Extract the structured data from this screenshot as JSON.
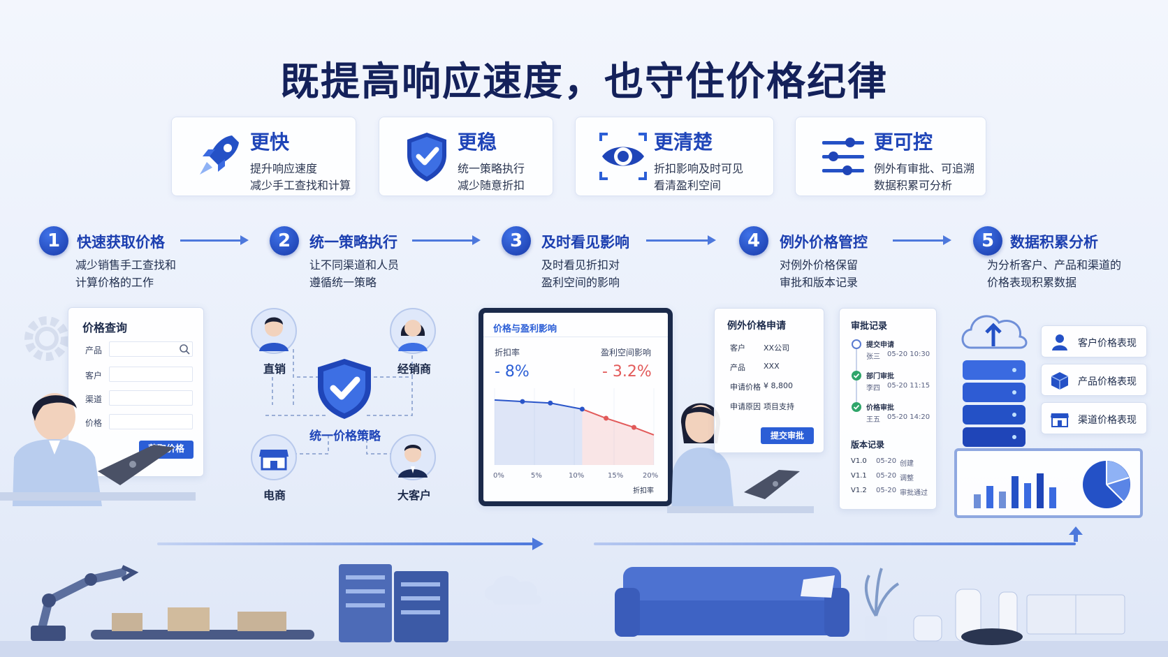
{
  "title": "既提高响应速度，也守住价格纪律",
  "benefits": [
    {
      "title": "更快",
      "line1": "提升响应速度",
      "line2": "减少手工查找和计算",
      "icon": "rocket-icon"
    },
    {
      "title": "更稳",
      "line1": "统一策略执行",
      "line2": "减少随意折扣",
      "icon": "shield-check-icon"
    },
    {
      "title": "更清楚",
      "line1": "折扣影响及时可见",
      "line2": "看清盈利空间",
      "icon": "eye-icon"
    },
    {
      "title": "更可控",
      "line1": "例外有审批、可追溯",
      "line2": "数据积累可分析",
      "icon": "sliders-icon"
    }
  ],
  "steps": [
    {
      "num": "1",
      "title": "快速获取价格",
      "line1": "减少销售手工查找和",
      "line2": "计算价格的工作"
    },
    {
      "num": "2",
      "title": "统一策略执行",
      "line1": "让不同渠道和人员",
      "line2": "遵循统一策略"
    },
    {
      "num": "3",
      "title": "及时看见影响",
      "line1": "及时看见折扣对",
      "line2": "盈利空间的影响"
    },
    {
      "num": "4",
      "title": "例外价格管控",
      "line1": "对例外价格保留",
      "line2": "审批和版本记录"
    },
    {
      "num": "5",
      "title": "数据积累分析",
      "line1": "为分析客户、产品和渠道的",
      "line2": "价格表现积累数据"
    }
  ],
  "price_query": {
    "title": "价格查询",
    "fields": [
      "产品",
      "客户",
      "渠道",
      "价格"
    ],
    "button": "获取价格"
  },
  "strategy": {
    "center": "统一价格策略",
    "nodes": [
      "直销",
      "经销商",
      "电商",
      "大客户"
    ]
  },
  "impact_chart": {
    "title": "价格与盈利影响",
    "left_label": "折扣率",
    "left_value": "- 8%",
    "right_label": "盈利空间影响",
    "right_value": "- 3.2%",
    "x_ticks": [
      "0%",
      "5%",
      "10%",
      "15%",
      "20%"
    ],
    "x_axis_label": "折扣率"
  },
  "chart_data": {
    "type": "line",
    "title": "价格与盈利影响",
    "xlabel": "折扣率",
    "x": [
      0,
      3.5,
      7,
      11,
      14,
      17.5,
      20
    ],
    "y": [
      100,
      99,
      98,
      94,
      88,
      82,
      77
    ],
    "xlim": [
      0,
      20
    ],
    "ylim": [
      60,
      105
    ],
    "highlight_after_x": 11,
    "colors": {
      "normal": "#2a55c9",
      "warning": "#e25a5a"
    }
  },
  "exception_form": {
    "title": "例外价格申请",
    "rows": [
      {
        "label": "客户",
        "value": "XX公司"
      },
      {
        "label": "产品",
        "value": "XXX"
      },
      {
        "label": "申请价格",
        "value": "¥ 8,800"
      },
      {
        "label": "申请原因",
        "value": "项目支持"
      }
    ],
    "button": "提交审批"
  },
  "approval": {
    "title": "审批记录",
    "items": [
      {
        "name": "提交申请",
        "who": "张三",
        "time": "05-20 10:30"
      },
      {
        "name": "部门审批",
        "who": "李四",
        "time": "05-20 11:15"
      },
      {
        "name": "价格审批",
        "who": "王五",
        "time": "05-20 14:20"
      }
    ],
    "version_title": "版本记录",
    "versions": [
      {
        "v": "V1.0",
        "date": "05-20",
        "action": "创建"
      },
      {
        "v": "V1.1",
        "date": "05-20",
        "action": "调整"
      },
      {
        "v": "V1.2",
        "date": "05-20",
        "action": "审批通过"
      }
    ]
  },
  "performance": [
    {
      "label": "客户价格表现",
      "icon": "user-icon"
    },
    {
      "label": "产品价格表现",
      "icon": "box-icon"
    },
    {
      "label": "渠道价格表现",
      "icon": "store-icon"
    }
  ],
  "colors": {
    "brand": "#1f45b8",
    "accent": "#2b5ed6",
    "warning": "#e25a5a"
  }
}
